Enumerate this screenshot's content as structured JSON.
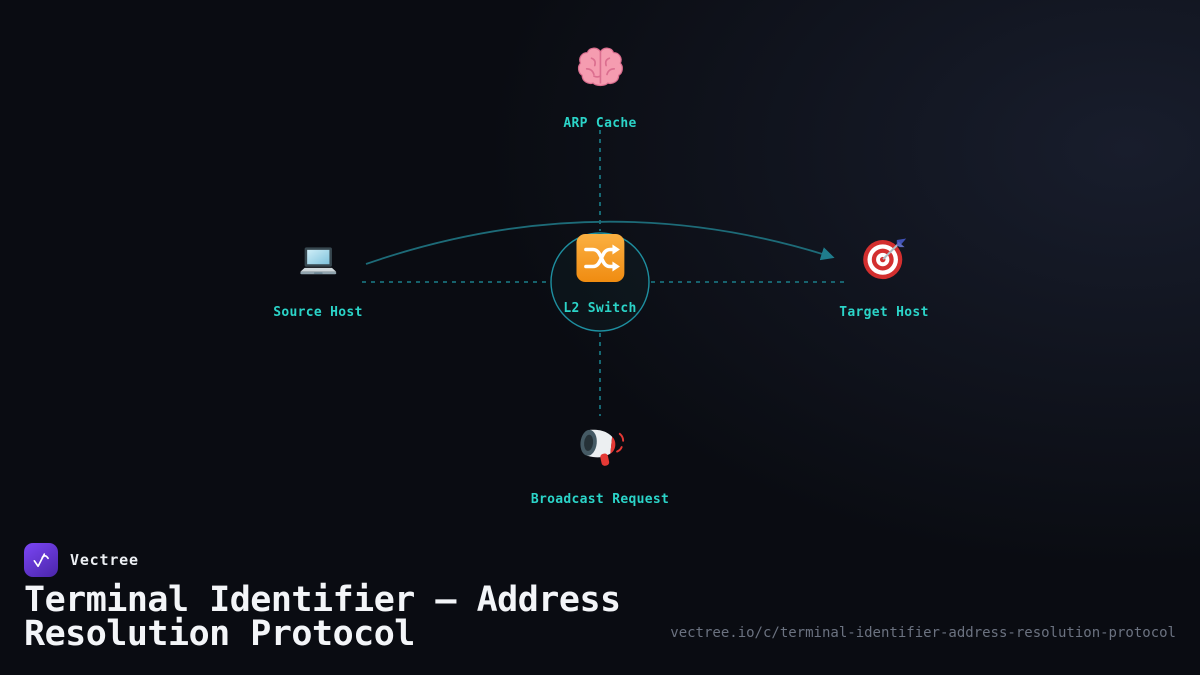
{
  "page": {
    "background": "#0a0c12",
    "accent": "#2bd4c8"
  },
  "diagram": {
    "nodes": {
      "arp_cache": {
        "label": "ARP Cache",
        "icon": "brain-icon"
      },
      "source_host": {
        "label": "Source Host",
        "icon": "laptop-icon"
      },
      "l2_switch": {
        "label": "L2 Switch",
        "icon": "shuffle-icon"
      },
      "target_host": {
        "label": "Target Host",
        "icon": "target-icon"
      },
      "broadcast_request": {
        "label": "Broadcast Request",
        "icon": "megaphone-icon"
      }
    },
    "edges": [
      {
        "from": "arp_cache",
        "to": "l2_switch",
        "style": "dashed"
      },
      {
        "from": "source_host",
        "to": "l2_switch",
        "style": "dashed"
      },
      {
        "from": "l2_switch",
        "to": "target_host",
        "style": "dashed"
      },
      {
        "from": "l2_switch",
        "to": "broadcast_request",
        "style": "dashed"
      },
      {
        "from": "source_host",
        "to": "target_host",
        "style": "curved-arrow"
      }
    ],
    "colors": {
      "label": "#2bd4c8",
      "dashed_line": "#1a7e8a",
      "arc": "#1d6b78",
      "circle_ring": "#1e8fa0",
      "switch_orange": "#f59e1b"
    }
  },
  "footer": {
    "brand": "Vectree",
    "title_line1": "Terminal Identifier – Address",
    "title_line2": "Resolution Protocol",
    "url": "vectree.io/c/terminal-identifier-address-resolution-protocol",
    "logo_color": "#6d3df0"
  }
}
